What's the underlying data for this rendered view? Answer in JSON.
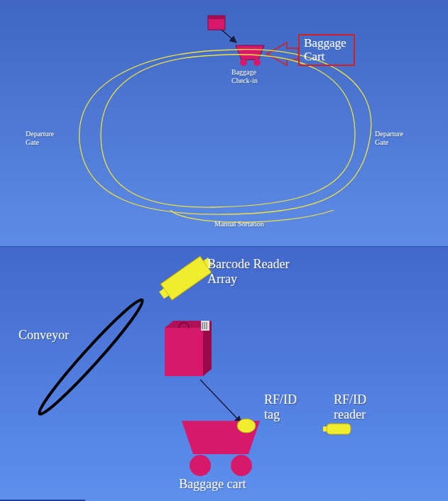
{
  "diagram": {
    "nodes": [
      {
        "text": [
          "Baggage Cart"
        ]
      }
    ],
    "labels": [
      "Baggage Check-in",
      "Departure Gate",
      "Departure Gate",
      "Manual Sortation",
      "Barcode Reader Array",
      "Conveyor",
      "RF/ID tag",
      "RF/ID reader",
      "Baggage cart"
    ]
  }
}
